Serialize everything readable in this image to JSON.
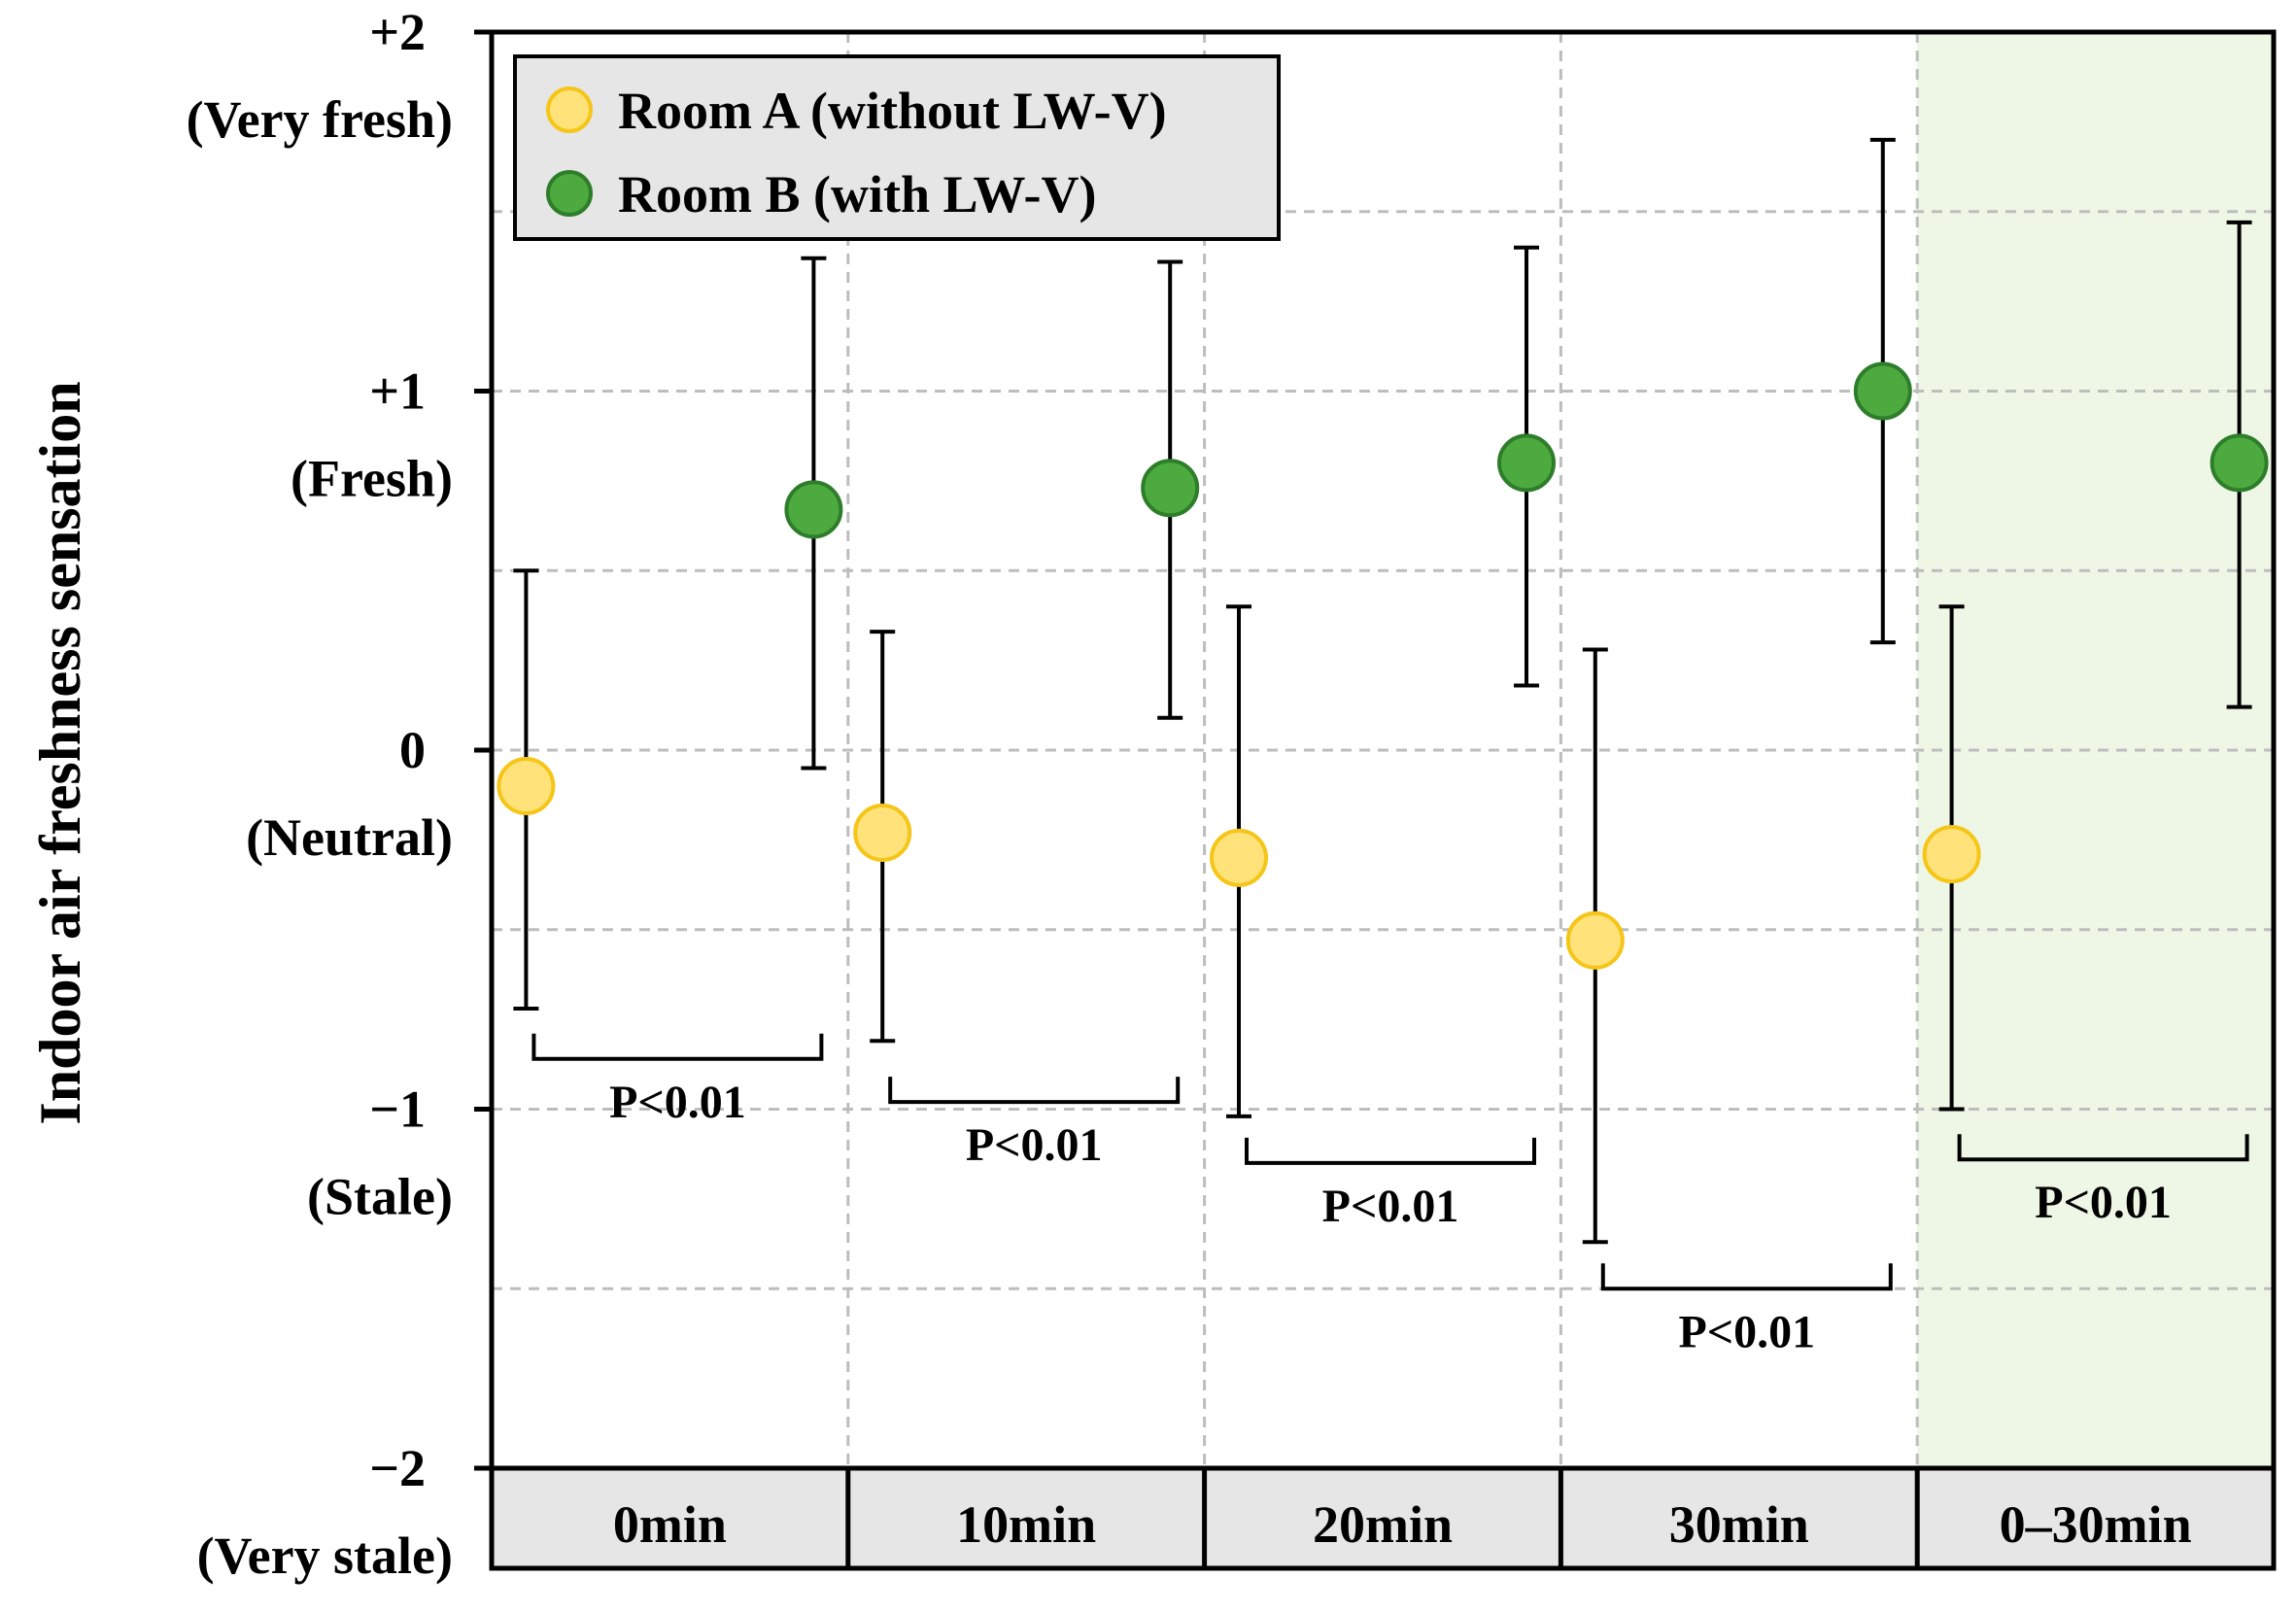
{
  "chart_data": {
    "type": "scatter",
    "ylabel": "Indoor air freshness sensation",
    "ylim": [
      -2,
      2
    ],
    "y_ticks": [
      {
        "value": 2,
        "number": "+2",
        "text": "(Very fresh)"
      },
      {
        "value": 1,
        "number": "+1",
        "text": "(Fresh)"
      },
      {
        "value": 0,
        "number": "0",
        "text": "(Neutral)"
      },
      {
        "value": -1,
        "number": "−1",
        "text": "(Stale)"
      },
      {
        "value": -2,
        "number": "−2",
        "text": "(Very stale)"
      }
    ],
    "categories": [
      "0min",
      "10min",
      "20min",
      "30min",
      "0–30min"
    ],
    "highlighted_category": "0–30min",
    "series": [
      {
        "name": "Room A (without LW-V)",
        "color": "#FFE27A",
        "edge_color": "#F5C518",
        "values": [
          -0.1,
          -0.23,
          -0.3,
          -0.53,
          -0.29
        ],
        "error_low": [
          -0.72,
          -0.81,
          -1.02,
          -1.37,
          -1.0
        ],
        "error_high": [
          0.5,
          0.33,
          0.4,
          0.28,
          0.4
        ]
      },
      {
        "name": "Room B (with LW-V)",
        "color": "#4DAA3F",
        "edge_color": "#2E7D2A",
        "values": [
          0.67,
          0.73,
          0.8,
          1.0,
          0.8
        ],
        "error_low": [
          -0.05,
          0.09,
          0.18,
          0.3,
          0.12
        ],
        "error_high": [
          1.37,
          1.36,
          1.4,
          1.7,
          1.47
        ]
      }
    ],
    "significance": [
      {
        "category": "0min",
        "label": "P<0.01",
        "y": -0.86
      },
      {
        "category": "10min",
        "label": "P<0.01",
        "y": -0.98
      },
      {
        "category": "20min",
        "label": "P<0.01",
        "y": -1.15
      },
      {
        "category": "30min",
        "label": "P<0.01",
        "y": -1.5
      },
      {
        "category": "0–30min",
        "label": "P<0.01",
        "y": -1.14
      }
    ],
    "grid": true,
    "legend_position": "top-left",
    "colors": {
      "highlight_bg": "#EEF7E6",
      "category_bar_bg": "#E6E6E6",
      "legend_bg": "#E6E6E6"
    }
  }
}
